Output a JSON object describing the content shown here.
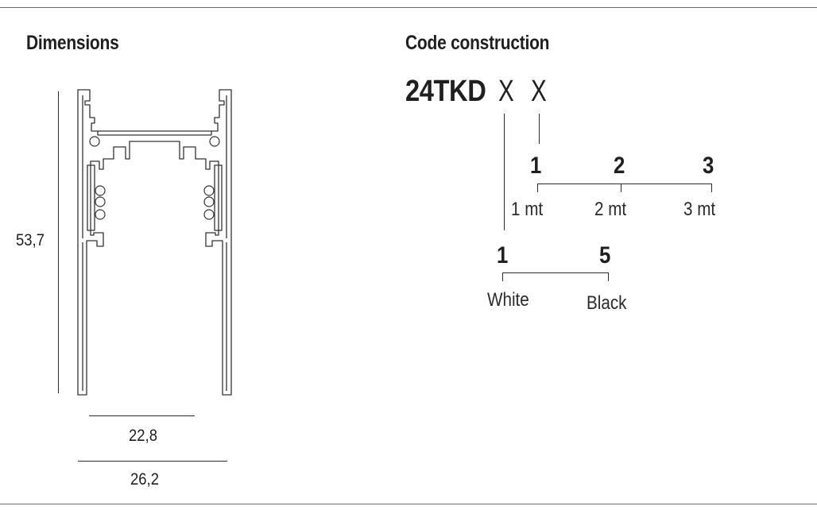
{
  "headings": {
    "dimensions": "Dimensions",
    "code_construction": "Code construction"
  },
  "dimensions": {
    "height": "53,7",
    "inner_width": "22,8",
    "outer_width": "26,2"
  },
  "code": {
    "prefix": "24TKD",
    "placeholder_1": "X",
    "placeholder_2": "X"
  },
  "length_options": [
    {
      "code": "1",
      "label": "1 mt"
    },
    {
      "code": "2",
      "label": "2 mt"
    },
    {
      "code": "3",
      "label": "3 mt"
    }
  ],
  "color_options": [
    {
      "code": "1",
      "label": "White"
    },
    {
      "code": "5",
      "label": "Black"
    }
  ]
}
